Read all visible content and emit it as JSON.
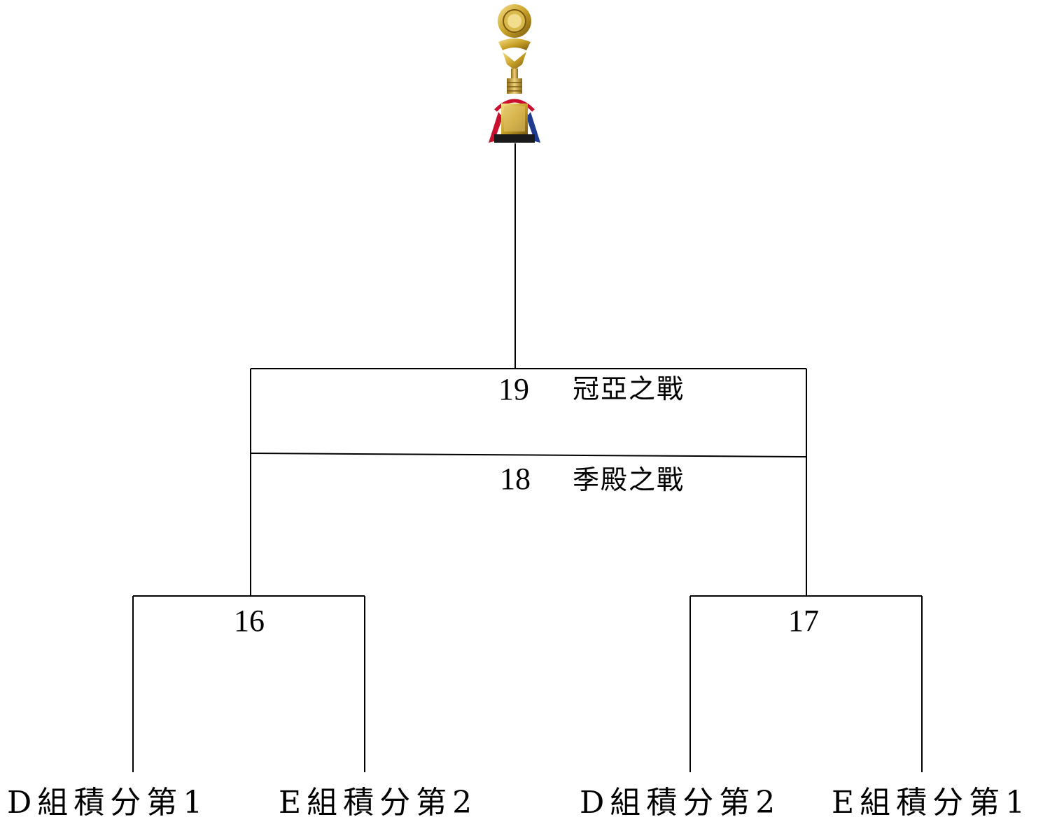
{
  "final": {
    "match_number": "19",
    "title": "冠亞之戰"
  },
  "third_place": {
    "match_number": "18",
    "title": "季殿之戰"
  },
  "semifinals": [
    {
      "match_number": "16"
    },
    {
      "match_number": "17"
    }
  ],
  "entrants": [
    {
      "label": "D組積分第1"
    },
    {
      "label": "E組積分第2"
    },
    {
      "label": "D組積分第2"
    },
    {
      "label": "E組積分第1"
    }
  ],
  "colors": {
    "line": "#000000",
    "trophy_gold": "#c9a227",
    "trophy_base": "#1a1a1a",
    "ribbon_red": "#c8102e",
    "ribbon_blue": "#1f3b8f"
  },
  "icons": {
    "trophy": "trophy-icon"
  }
}
